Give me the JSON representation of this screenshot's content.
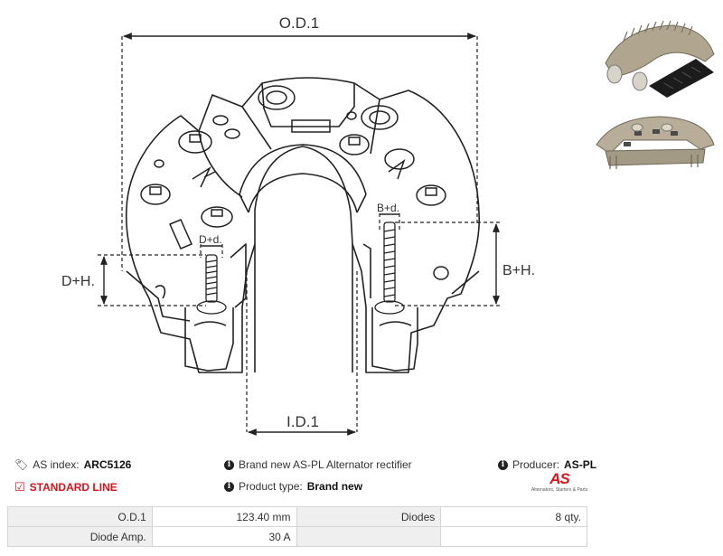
{
  "diagram": {
    "labels": {
      "od": "O.D.1",
      "id": "I.D.1",
      "dh": "D+H.",
      "bh": "B+H.",
      "dd": "D+d.",
      "bd": "B+d."
    }
  },
  "info": {
    "as_index_label": "AS index:",
    "as_index_value": "ARC5126",
    "line": "STANDARD LINE",
    "description": "Brand new AS-PL Alternator rectifier",
    "product_type_label": "Product type:",
    "product_type_value": "Brand new",
    "producer_label": "Producer:",
    "producer_value": "AS-PL"
  },
  "logo": {
    "mark": "AS",
    "tagline": "Alternators, Starters & Parts"
  },
  "specs": {
    "rows": [
      {
        "k1": "O.D.1",
        "v1": "123.40 mm",
        "k2": "Diodes",
        "v2": "8 qty."
      },
      {
        "k1": "Diode Amp.",
        "v1": "30 A",
        "k2": "",
        "v2": ""
      }
    ]
  },
  "colors": {
    "brand_red": "#d7141e",
    "header_cell": "#efefef",
    "border": "#d4d4d4"
  }
}
